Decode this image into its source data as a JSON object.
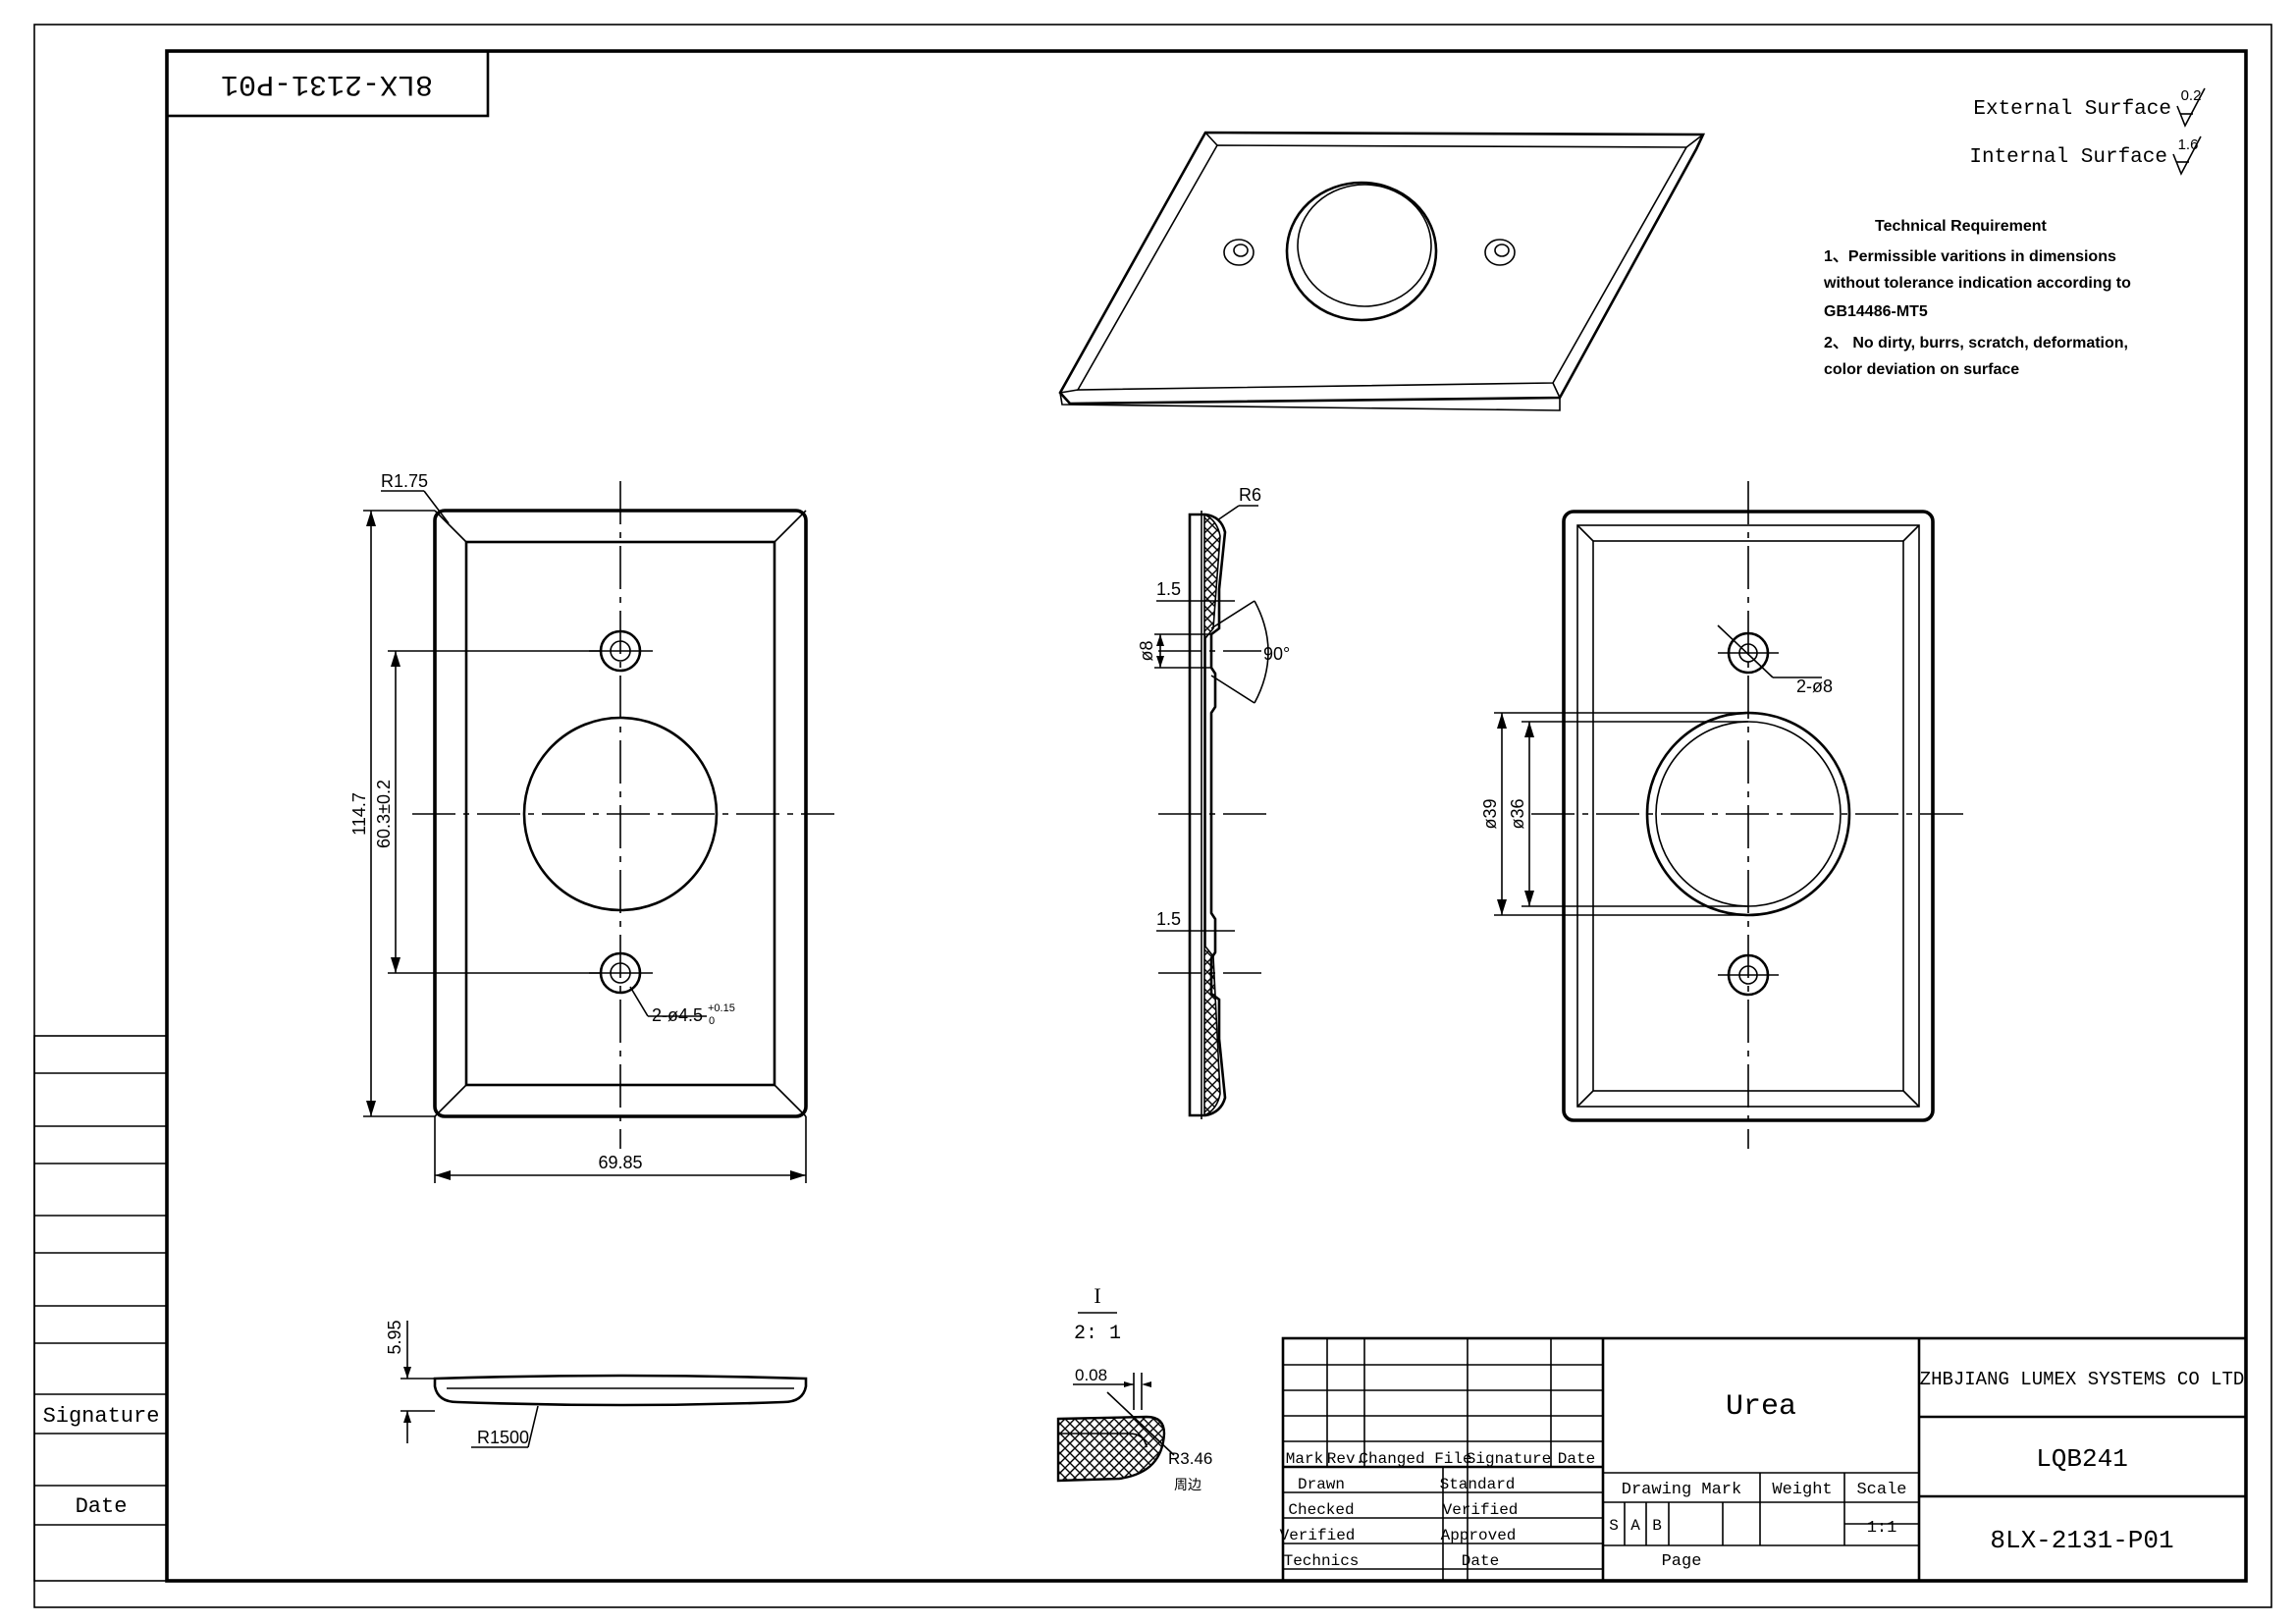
{
  "title_block_mirror": "8LX-2131-P01",
  "surface": {
    "external_label": "External Surface",
    "external_value": "0.2",
    "internal_label": "Internal Surface",
    "internal_value": "1.6"
  },
  "tech": {
    "title": "Technical Requirement",
    "line1": "1、Permissible varitions in dimensions",
    "line2": "without tolerance indication according to",
    "line3": "GB14486-MT5",
    "line4": "2、 No dirty, burrs, scratch, deformation,",
    "line5": "color deviation on surface"
  },
  "dims": {
    "r175": "R1.75",
    "h1147": "114.7",
    "h603": "60.3±0.2",
    "w6985": "69.85",
    "hole": "2-ø4.5",
    "hole_tol_up": "+0.15",
    "hole_tol_dn": "0",
    "r6": "R6",
    "t15a": "1.5",
    "t15b": "1.5",
    "d8": "ø8",
    "a90": "90°",
    "cb": "2-ø8",
    "d39": "ø39",
    "d36": "ø36",
    "h595": "5.95",
    "r1500": "R1500",
    "detail_id": "I",
    "detail_scale": "2: 1",
    "t008": "0.08",
    "r346": "R3.46",
    "edge_note": "周边"
  },
  "side_table": {
    "signature": "Signature",
    "date": "Date"
  },
  "title_block": {
    "material": "Urea",
    "company": "ZHBJIANG LUMEX SYSTEMS CO LTD",
    "part_name": "LQB241",
    "drawing_no": "8LX-2131-P01",
    "hdr_mark": "Mark",
    "hdr_rev": "Rev.",
    "hdr_changed": "Changed File",
    "hdr_signature": "Signature",
    "hdr_date": "Date",
    "drawn": "Drawn",
    "checked": "Checked",
    "verified_l": "Verified",
    "technics": "Technics",
    "standard": "Standard",
    "verified_r": "Verified",
    "approved": "Approved",
    "date2": "Date",
    "drawing_mark": "Drawing Mark",
    "weight": "Weight",
    "scale": "Scale",
    "mark_s": "S",
    "mark_a": "A",
    "mark_b": "B",
    "scale_val": "1:1",
    "page": "Page"
  }
}
